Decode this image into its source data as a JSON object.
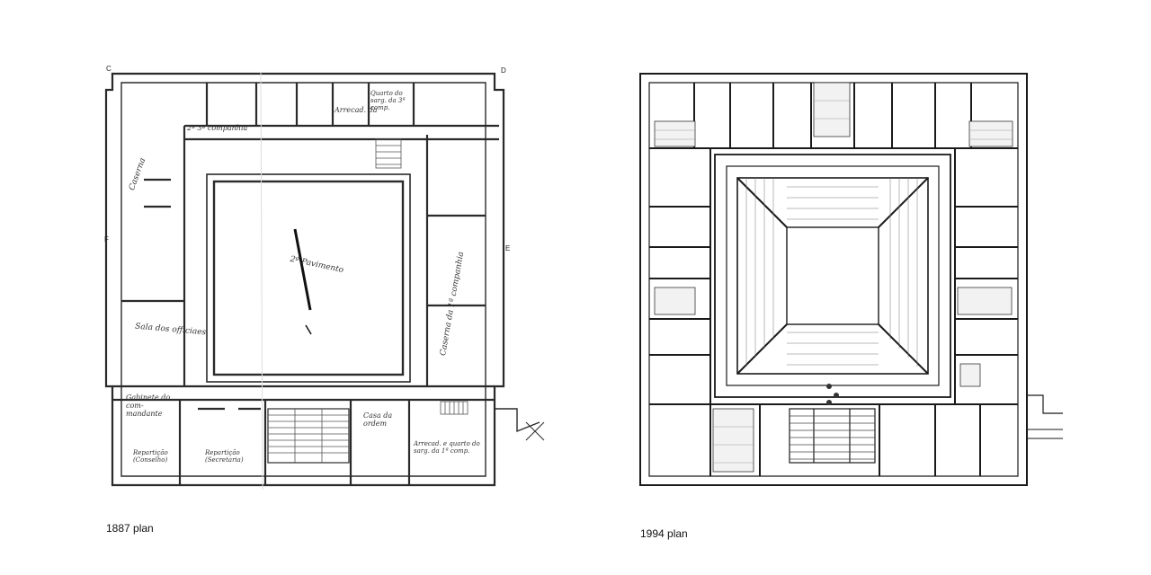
{
  "left_plan": {
    "caption": "1887 plan",
    "corner_labels": {
      "top_left": "C",
      "top_right": "D",
      "mid_left": "F",
      "mid_right": "E"
    },
    "annotations": {
      "caserna_left": "Caserna",
      "companhia_top": "2ª 3ª companhia",
      "arrecadacao": "Arrecad. da",
      "quarto": "Quarto do sarg. da 3ª comp.",
      "pavimento": "2º Pavimento",
      "caserna_right": "Caserna da 1ª companhia",
      "sala_officiaes": "Sala dos officiaes",
      "gabinete": "Gabinete do com-mandante",
      "casa_ordem": "Casa da ordem",
      "reparticao_left": "Repartição (Conselho)",
      "reparticao_right": "Repartição (Secretaria)",
      "arrecadacao_bottom": "Arrecad. e quarto do sarg. da 1ª comp."
    }
  },
  "right_plan": {
    "caption": "1994 plan"
  }
}
